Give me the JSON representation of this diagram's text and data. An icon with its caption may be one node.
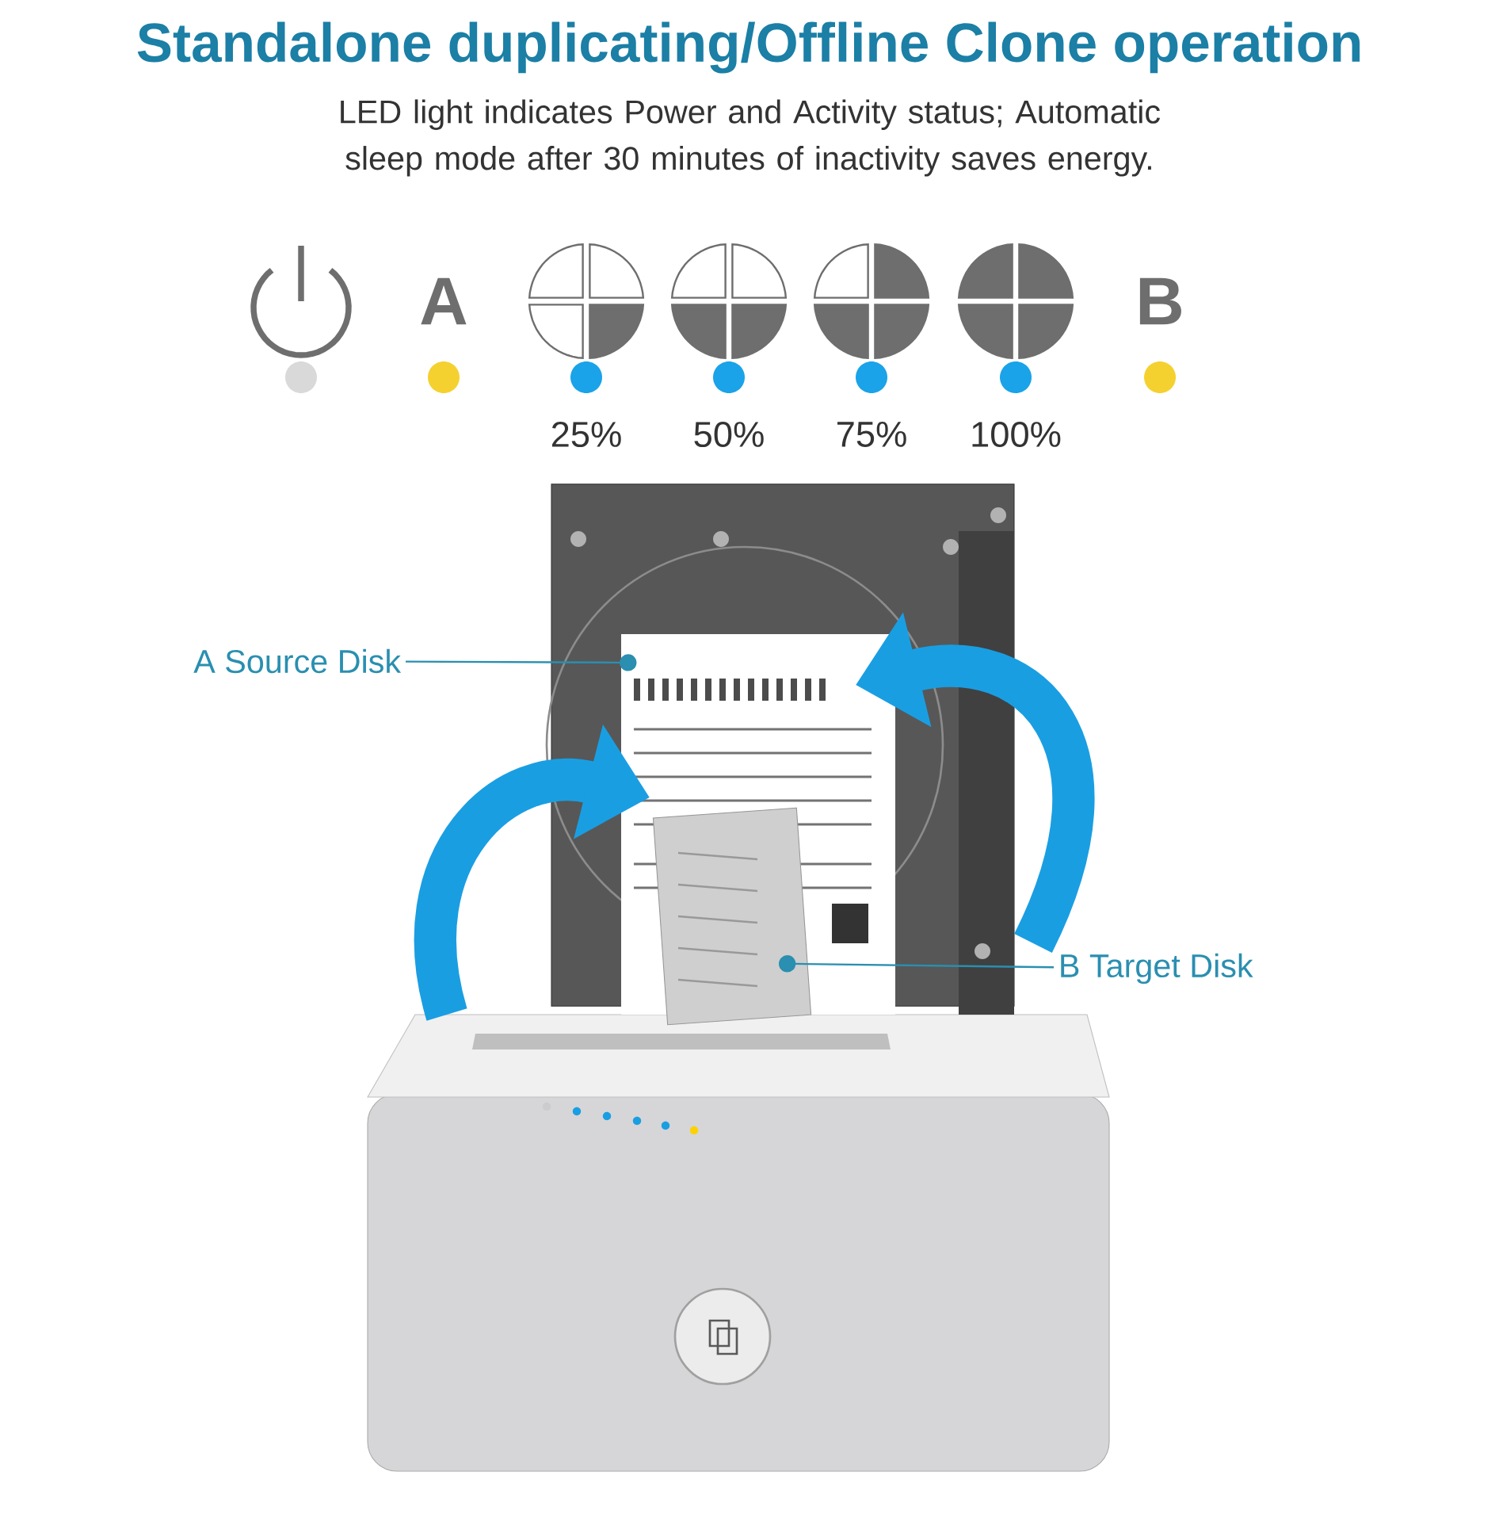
{
  "diagram": {
    "title": "Standalone duplicating/Offline Clone operation",
    "nodes": [
      {
        "text": [
          "A Source Disk"
        ]
      },
      {
        "text": [],
        "shape": "picture"
      },
      {
        "text": [
          "B Target Disk"
        ]
      },
      {
        "text": [],
        "shape": "picture"
      }
    ],
    "edges": [
      {
        "from": 0,
        "to": 1,
        "arrow": "other"
      },
      {
        "from": 2,
        "to": 3,
        "arrow": "other"
      }
    ],
    "labels": [
      "LED light indicates Power and Activity status; Automatic sleep mode after 30 minutes of inactivity saves energy.",
      "A",
      "B",
      "25%",
      "50%",
      "75%",
      "100%"
    ]
  }
}
